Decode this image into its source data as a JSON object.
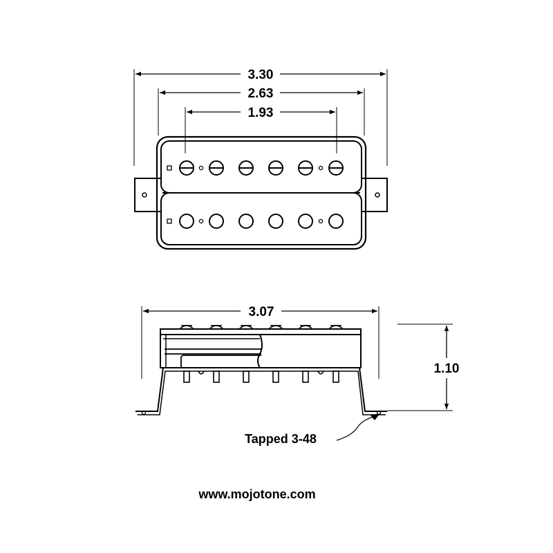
{
  "top_view": {
    "dimensions": {
      "overall_length": "3.30",
      "mounting_width": "2.63",
      "pole_spacing": "1.93"
    }
  },
  "side_view": {
    "dimensions": {
      "base_length": "3.07",
      "height": "1.10"
    },
    "callout": "Tapped 3-48"
  },
  "website": "www.mojotone.com"
}
